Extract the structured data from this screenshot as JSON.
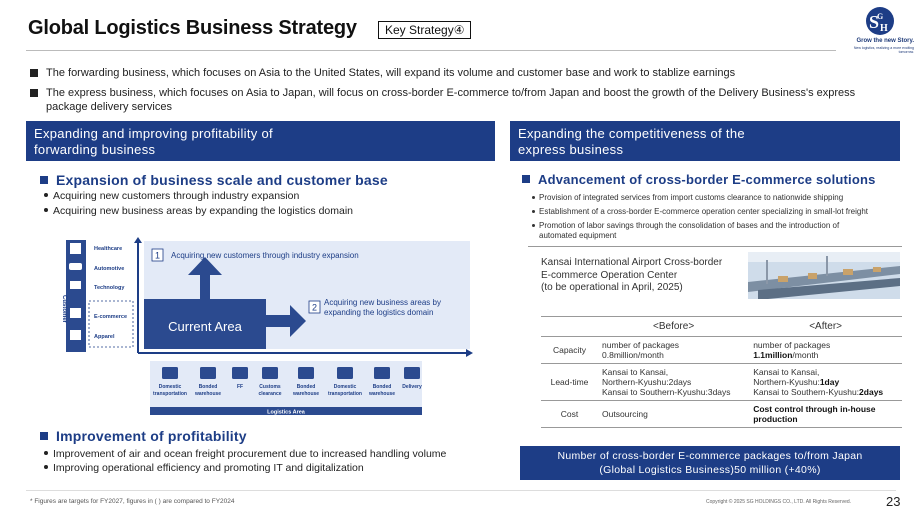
{
  "header": {
    "title": "Global Logistics Business Strategy",
    "badge": "Key Strategy④",
    "logo_tagline": "Grow the new Story.",
    "logo_subline": "New logistics, realizing a more exciting tomorrow."
  },
  "intro": [
    "The forwarding business, which focuses on Asia to the United States, will expand its volume and customer base and work to stablize earnings",
    "The express business, which focuses on Asia to Japan, will focus on cross-border E-commerce to/from Japan and boost the growth of the Delivery Business's express package delivery services"
  ],
  "left": {
    "banner_line1": "Expanding and improving profitability of",
    "banner_line2": "forwarding business",
    "scale_heading": "Expansion of business scale and customer base",
    "scale_bullets": [
      "Acquiring new customers through industry expansion",
      "Acquiring new business areas by expanding the logistics domain"
    ],
    "diagram": {
      "customer_axis": "Customer",
      "industries": [
        "Healthcare",
        "Automotive",
        "Technology",
        "E-commerce",
        "Apparel"
      ],
      "current_area": "Current Area",
      "step1_num": "1",
      "step1_text": "Acquiring new customers through industry expansion",
      "step2_num": "2",
      "step2_text_line1": "Acquiring new business areas by",
      "step2_text_line2": "expanding the logistics domain",
      "services": [
        {
          "line1": "Domestic",
          "line2": "transportation"
        },
        {
          "line1": "Bonded",
          "line2": "warehouse"
        },
        {
          "line1": "FF",
          "line2": ""
        },
        {
          "line1": "Customs",
          "line2": "clearance"
        },
        {
          "line1": "Bonded",
          "line2": "warehouse"
        },
        {
          "line1": "Domestic",
          "line2": "transportation"
        },
        {
          "line1": "Bonded",
          "line2": "warehouse"
        },
        {
          "line1": "Delivery",
          "line2": ""
        }
      ],
      "logistics_area": "Logistics Area"
    },
    "profit_heading": "Improvement of profitability",
    "profit_bullets": [
      "Improvement of air and ocean freight procurement due to increased handling volume",
      "Improving operational efficiency and promoting IT and digitalization"
    ]
  },
  "right": {
    "banner_line1": "Expanding the competitiveness of the",
    "banner_line2": "express business",
    "heading": "Advancement of cross-border E-commerce solutions",
    "bullets": [
      "Provision of integrated services from import customs clearance to nationwide shipping",
      "Establishment of a cross-border E-commerce operation center specializing in small-lot freight"
    ],
    "bullet3_line1": "Promotion of labor savings through the consolidation of bases and the introduction of",
    "bullet3_line2": "automated equipment",
    "kansai_line1": "Kansai International Airport Cross-border",
    "kansai_line2": "E-commerce Operation Center",
    "kansai_line3": "(to be operational in April, 2025)",
    "table": {
      "before_header": "<Before>",
      "after_header": "<After>",
      "rows": {
        "capacity": {
          "label": "Capacity",
          "before_1": "number of packages",
          "before_2": "0.8million/month",
          "after_1": "number of packages",
          "after_2_bold": "1.1million",
          "after_2_rest": "/month"
        },
        "leadtime": {
          "label": "Lead-time",
          "before_1": "Kansai to Kansai,",
          "before_2": "Northern-Kyushu:2days",
          "before_3": "Kansai to Southern-Kyushu:3days",
          "after_1": "Kansai to Kansai,",
          "after_2a": "Northern-Kyushu:",
          "after_2b_bold": "1day",
          "after_3a": "Kansai to Southern-Kyushu:",
          "after_3b_bold": "2days"
        },
        "cost": {
          "label": "Cost",
          "before": "Outsourcing",
          "after_1": "Cost control through in-house",
          "after_2": "production"
        }
      }
    },
    "result_line1": "Number of cross-border E-commerce packages to/from Japan",
    "result_line2": "(Global Logistics Business)50 million (+40%)"
  },
  "footer": {
    "footnote": "* Figures are targets for FY2027, figures in ( ) are compared to FY2024",
    "copyright": "Copyright © 2025 SG HOLDINGS CO., LTD. All Rights Reserved.",
    "page": "23"
  },
  "colors": {
    "navy": "#1d3d86",
    "light_blue": "#e3eaf7",
    "icon_blue": "#2b4a8f"
  }
}
